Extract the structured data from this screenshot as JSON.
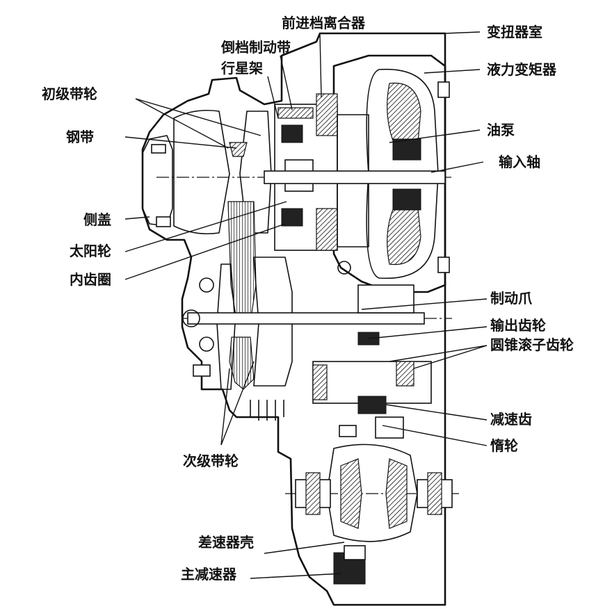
{
  "labels": {
    "torque_converter_housing": "变扭器室",
    "forward_clutch": "前进档离合器",
    "reverse_brake": "倒档制动带",
    "planet_carrier": "行星架",
    "torque_converter": "液力变矩器",
    "primary_pulley": "初级带轮",
    "oil_pump": "油泵",
    "steel_belt": "钢带",
    "input_shaft": "输入轴",
    "side_cover": "侧盖",
    "sun_gear": "太阳轮",
    "ring_gear": "内齿圈",
    "parking_pawl": "制动爪",
    "output_gear": "输出齿轮",
    "tapered_roller_gear": "圆锥滚子齿轮",
    "reduction_gear": "减速齿",
    "idler_gear": "惰轮",
    "secondary_pulley": "次级带轮",
    "differential_case": "差速器壳",
    "final_drive": "主减速器"
  }
}
